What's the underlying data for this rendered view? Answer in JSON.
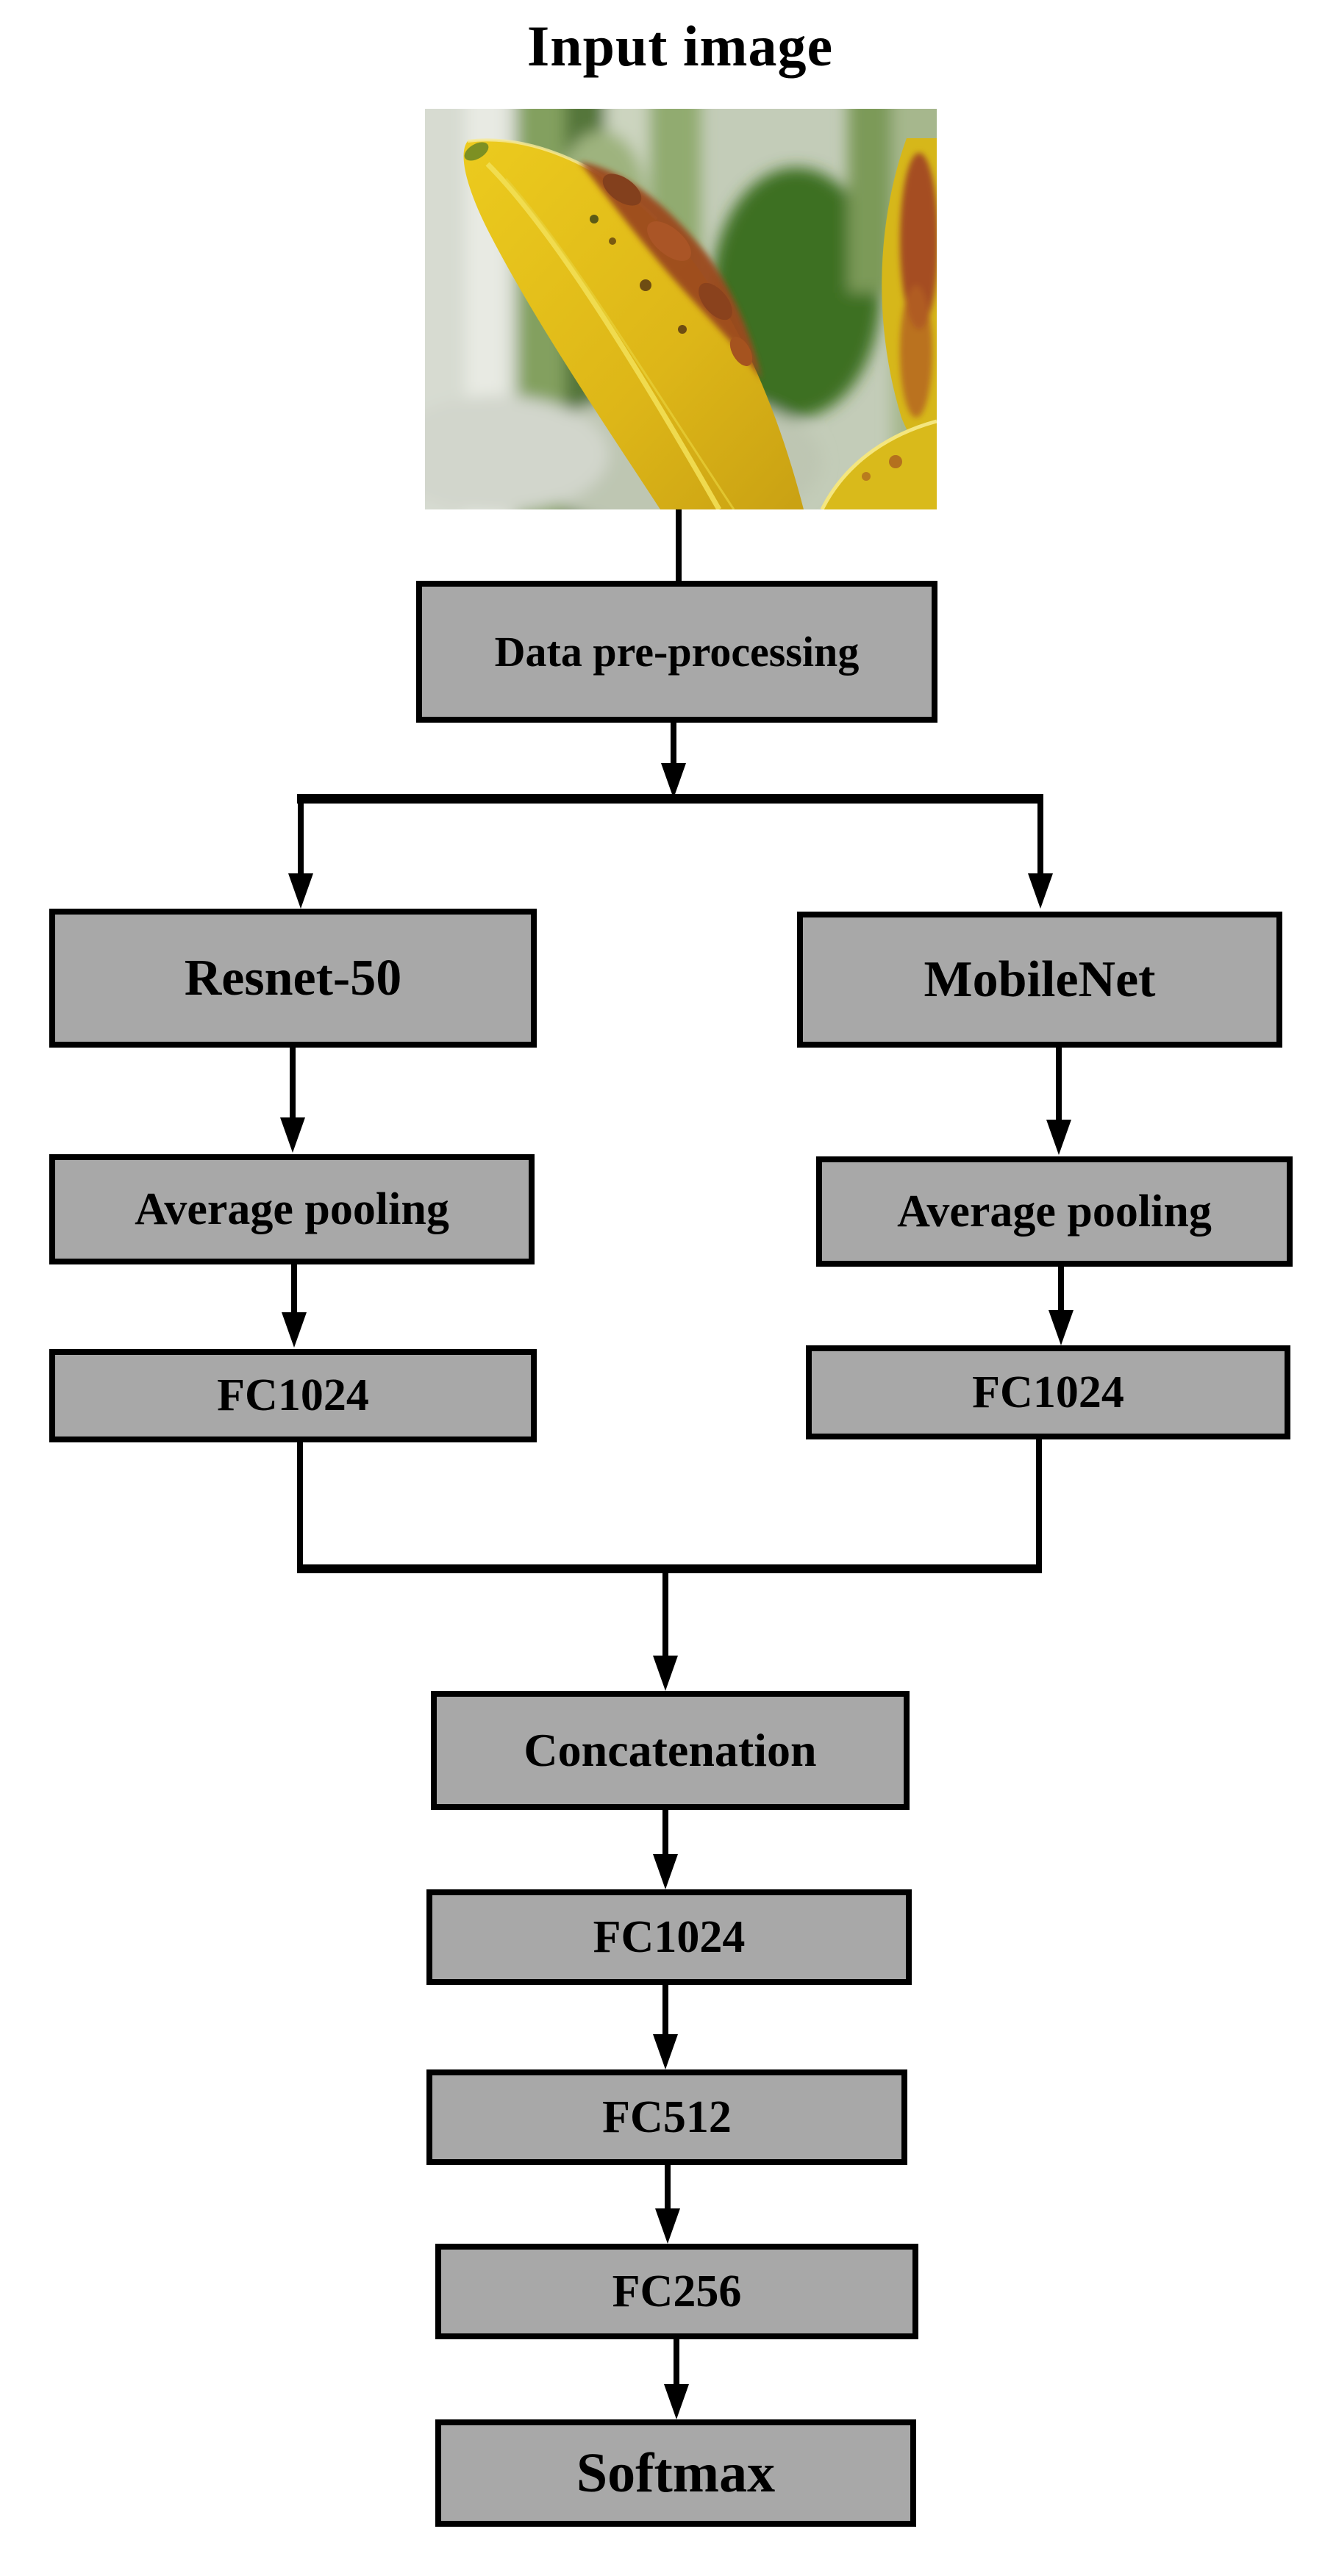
{
  "title": "Input image",
  "input_image": {
    "description": "Close-up photograph of a yellow leaf with reddish-brown disease lesions in front of blurred green foliage"
  },
  "nodes": {
    "preprocess": {
      "label": "Data pre-processing"
    },
    "resnet": {
      "label": "Resnet-50"
    },
    "mobilenet": {
      "label": "MobileNet"
    },
    "avgpool_left": {
      "label": "Average pooling"
    },
    "avgpool_right": {
      "label": "Average pooling"
    },
    "fc1024_left": {
      "label": "FC1024"
    },
    "fc1024_right": {
      "label": "FC1024"
    },
    "concat": {
      "label": "Concatenation"
    },
    "fc1024_merged": {
      "label": "FC1024"
    },
    "fc512": {
      "label": "FC512"
    },
    "fc256": {
      "label": "FC256"
    },
    "softmax": {
      "label": "Softmax"
    }
  },
  "edges": [
    {
      "from": "input_image",
      "to": "preprocess"
    },
    {
      "from": "preprocess",
      "to": "resnet"
    },
    {
      "from": "preprocess",
      "to": "mobilenet"
    },
    {
      "from": "resnet",
      "to": "avgpool_left"
    },
    {
      "from": "mobilenet",
      "to": "avgpool_right"
    },
    {
      "from": "avgpool_left",
      "to": "fc1024_left"
    },
    {
      "from": "avgpool_right",
      "to": "fc1024_right"
    },
    {
      "from": "fc1024_left",
      "to": "concat"
    },
    {
      "from": "fc1024_right",
      "to": "concat"
    },
    {
      "from": "concat",
      "to": "fc1024_merged"
    },
    {
      "from": "fc1024_merged",
      "to": "fc512"
    },
    {
      "from": "fc512",
      "to": "fc256"
    },
    {
      "from": "fc256",
      "to": "softmax"
    }
  ],
  "colors": {
    "node_fill": "#a8a8a8",
    "node_border": "#000000",
    "connector": "#000000",
    "background": "#ffffff",
    "title_color": "#000000"
  }
}
